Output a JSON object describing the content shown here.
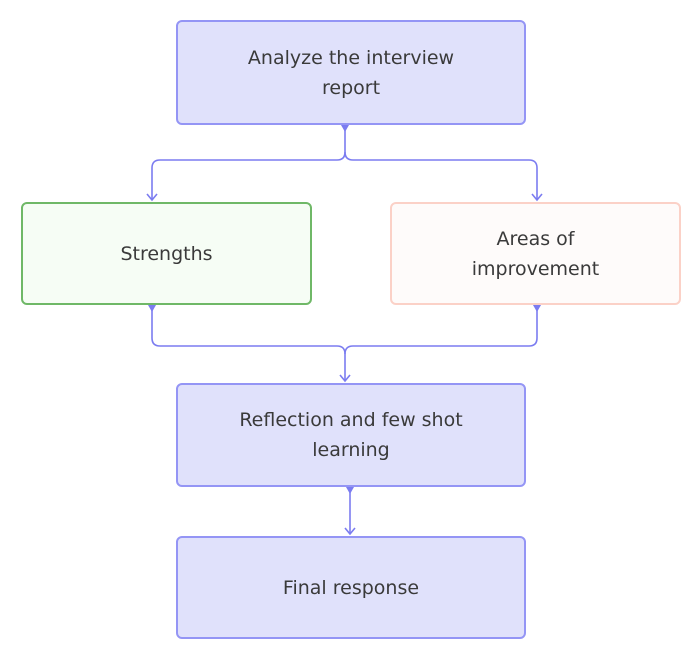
{
  "diagram": {
    "type": "flowchart",
    "nodes": [
      {
        "id": "analyze",
        "label": "Analyze the interview report",
        "style": "primary"
      },
      {
        "id": "strengths",
        "label": "Strengths",
        "style": "positive"
      },
      {
        "id": "areas",
        "label": "Areas of improvement",
        "style": "negative"
      },
      {
        "id": "reflection",
        "label": "Reflection and few shot learning",
        "style": "primary"
      },
      {
        "id": "final",
        "label": "Final response",
        "style": "primary"
      }
    ],
    "edges": [
      {
        "from": "analyze",
        "to": "strengths"
      },
      {
        "from": "analyze",
        "to": "areas"
      },
      {
        "from": "strengths",
        "to": "reflection"
      },
      {
        "from": "areas",
        "to": "reflection"
      },
      {
        "from": "reflection",
        "to": "final"
      }
    ],
    "colors": {
      "primary_fill": "#e0e1fb",
      "primary_border": "#9495f5",
      "positive_fill": "#f6fdf5",
      "positive_border": "#6fb867",
      "negative_fill": "#fefbfa",
      "negative_border": "#fbd1c7",
      "edge": "#7b7cf0",
      "text": "#3a3a3a"
    }
  }
}
